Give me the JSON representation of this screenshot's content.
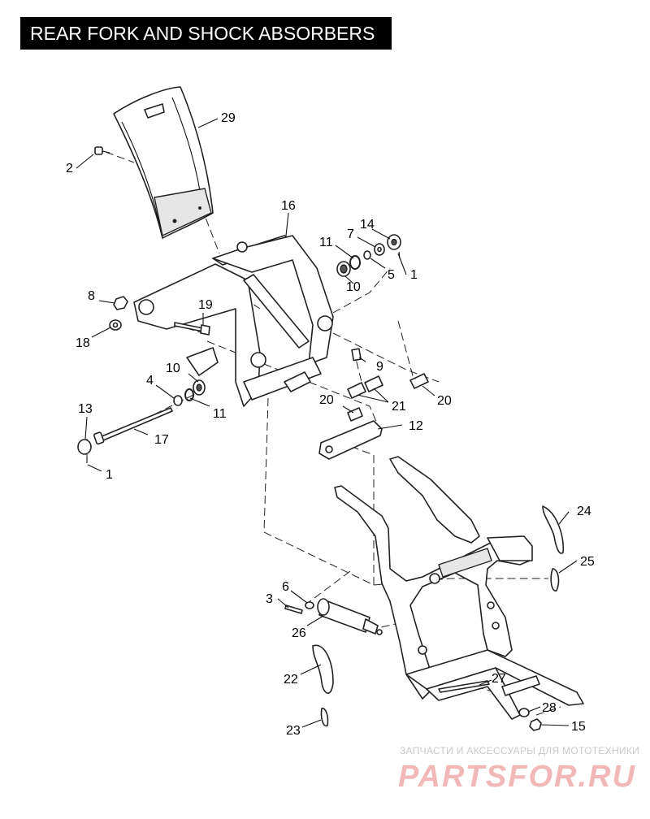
{
  "title": "REAR FORK AND SHOCK ABSORBERS",
  "callouts": {
    "c1a": "1",
    "c1b": "1",
    "c2": "2",
    "c3": "3",
    "c4": "4",
    "c5": "5",
    "c6": "6",
    "c7": "7",
    "c8": "8",
    "c9": "9",
    "c10a": "10",
    "c10b": "10",
    "c11a": "11",
    "c11b": "11",
    "c12": "12",
    "c13": "13",
    "c14": "14",
    "c15": "15",
    "c16": "16",
    "c17": "17",
    "c18": "18",
    "c19": "19",
    "c20a": "20",
    "c20b": "20",
    "c21": "21",
    "c22": "22",
    "c23": "23",
    "c24": "24",
    "c25": "25",
    "c26": "26",
    "c27": "27",
    "c28": "28",
    "c29": "29"
  },
  "watermark": {
    "line1": "ЗАПЧАСТИ И АКСЕССУАРЫ ДЛЯ МОТОТЕХНИКИ",
    "line2": "PARTSFOR.RU"
  }
}
